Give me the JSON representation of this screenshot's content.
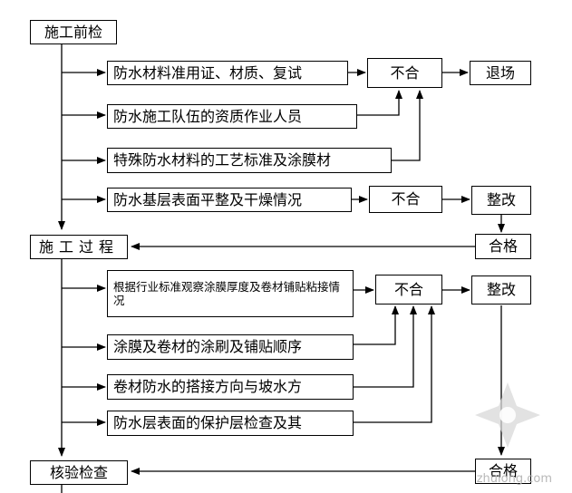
{
  "stages": {
    "pre_check": "施工前检",
    "process": "施工过程",
    "final_check": "核验检查"
  },
  "pre_items": [
    "防水材料准用证、材质、复试",
    "防水施工队伍的资质作业人员",
    "特殊防水材料的工艺标准及涂膜材",
    "防水基层表面平整及干燥情况"
  ],
  "pre_results": {
    "fail_1": "不合",
    "exit": "退场",
    "fail_2": "不合",
    "rectify_1": "整改",
    "pass_1": "合格"
  },
  "process_items": [
    "根据行业标准观察涂膜厚度及卷材铺贴粘接情况",
    "涂膜及卷材的涂刷及铺贴顺序",
    "卷材防水的搭接方向与坡水方",
    "防水层表面的保护层检查及其"
  ],
  "process_results": {
    "fail_3": "不合",
    "rectify_2": "整改",
    "pass_2": "合格"
  },
  "watermark": "zhulong.com"
}
